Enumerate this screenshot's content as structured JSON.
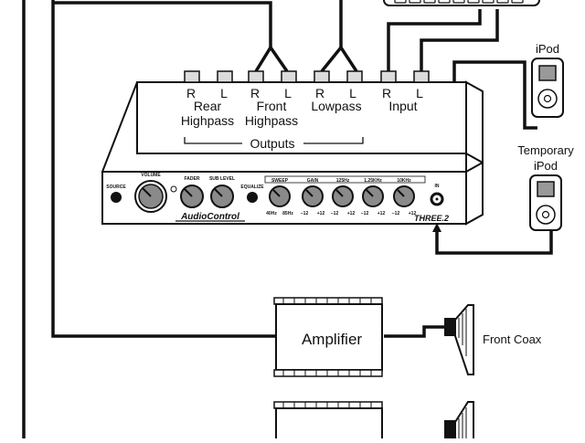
{
  "ports": {
    "rear_highpass": {
      "r": "R",
      "l": "L",
      "title_line1": "Rear",
      "title_line2": "Highpass"
    },
    "front_highpass": {
      "r": "R",
      "l": "L",
      "title_line1": "Front",
      "title_line2": "Highpass"
    },
    "lowpass": {
      "r": "R",
      "l": "L",
      "title": "Lowpass"
    },
    "input": {
      "r": "R",
      "l": "L",
      "title": "Input"
    }
  },
  "outputs_label": "Outputs",
  "processor": {
    "brand": "AudioControl",
    "model": "THREE.2",
    "source_label": "SOURCE",
    "volume_label": "VOLUME",
    "fader_label": "FADER",
    "sub_level_label": "SUB LEVEL",
    "equalize_label": "EQUALIZE",
    "in_label": "IN",
    "eq_headers": [
      "SWEEP",
      "GAIN",
      "125Hz",
      "1.25KHz",
      "10KHz"
    ],
    "eq_scale": [
      "40Hz",
      "85Hz",
      "−12",
      "+12",
      "−12",
      "+12",
      "−12",
      "+12",
      "−12",
      "+12",
      "−12",
      "+12"
    ]
  },
  "ipod_label": "iPod",
  "temp_ipod_label_line1": "Temporary",
  "temp_ipod_label_line2": "iPod",
  "amplifier_label": "Amplifier",
  "speaker_label": "Front Coax"
}
